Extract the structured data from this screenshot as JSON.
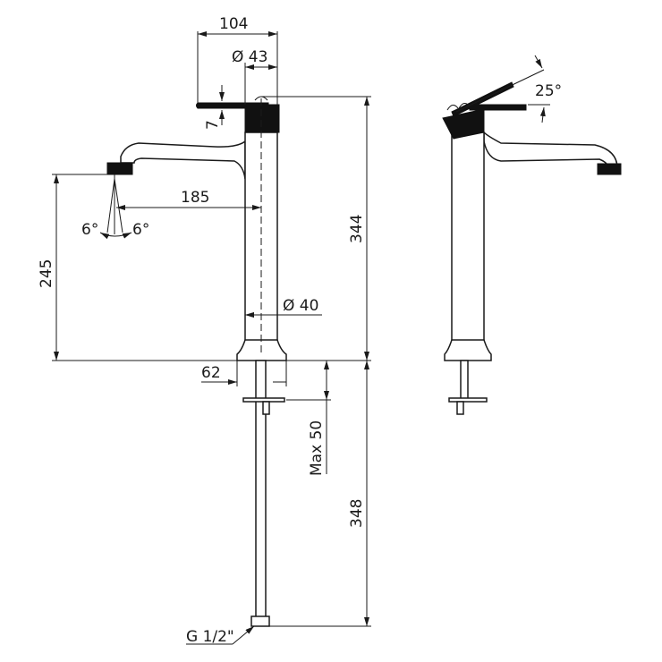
{
  "front_view": {
    "dim_handle_reach": "104",
    "dim_head_diameter": "Ø 43",
    "dim_lever_thickness": "7",
    "dim_spout_reach": "185",
    "dim_angle_left": "6°",
    "dim_angle_right": "6°",
    "dim_spout_height": "245",
    "dim_total_height": "344",
    "dim_body_diameter": "Ø 40",
    "dim_base_diameter": "62",
    "dim_max_deck": "Max 50",
    "dim_hose_length": "348",
    "connection": "G 1/2\""
  },
  "side_view": {
    "dim_lever_angle": "25°"
  }
}
